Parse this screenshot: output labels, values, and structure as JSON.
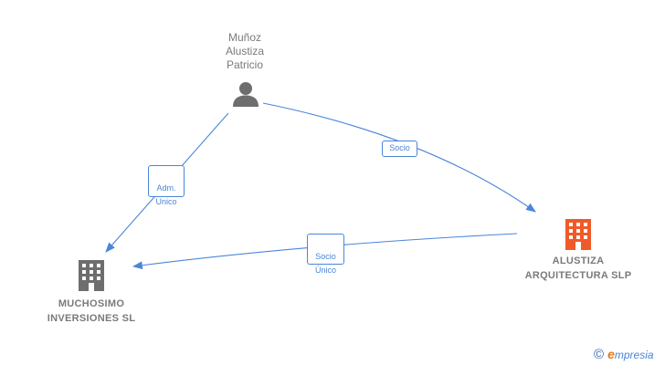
{
  "nodes": {
    "person": {
      "name": "Muñoz\nAlustiza\nPatricio",
      "icon": "person-icon",
      "color": "#6e6e6e"
    },
    "company_alustiza": {
      "name": "ALUSTIZA\nARQUITECTURA SLP",
      "icon": "building-icon",
      "color": "#f05a28"
    },
    "company_muchosimo": {
      "name": "MUCHOSIMO\nINVERSIONES SL",
      "icon": "building-icon",
      "color": "#6e6e6e"
    }
  },
  "edges": [
    {
      "from": "person",
      "to": "company_alustiza",
      "label": "Socio"
    },
    {
      "from": "person",
      "to": "company_muchosimo",
      "label": "Adm.\nUnico"
    },
    {
      "from": "company_alustiza",
      "to": "company_muchosimo",
      "label": "Socio\nÚnico"
    }
  ],
  "colors": {
    "edge": "#4a86d9",
    "brand": "#4a86d9",
    "brand_accent": "#e07b1c"
  },
  "watermark": {
    "copyright": "©",
    "brand_initial": "e",
    "brand_rest": "mpresia"
  }
}
